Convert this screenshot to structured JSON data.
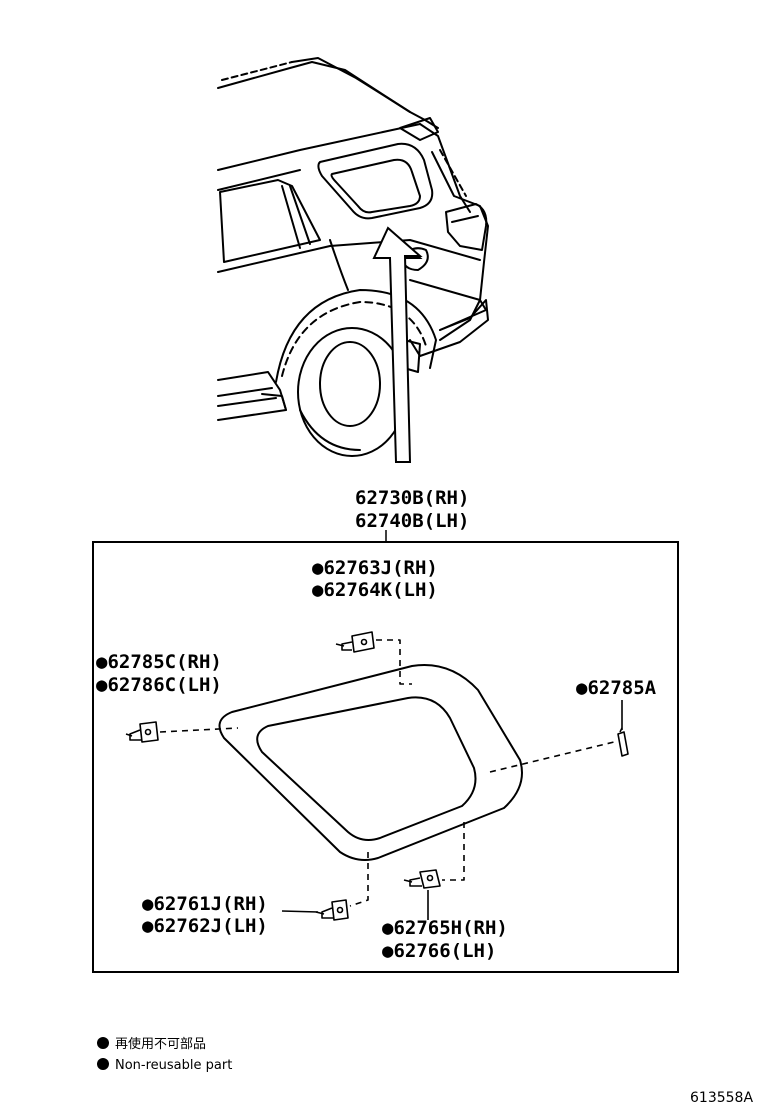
{
  "assembly": {
    "line1": "62730B(RH)",
    "line2": "62740B(LH)"
  },
  "callouts": [
    {
      "id": "upper-clip",
      "line1": "●62763J(RH)",
      "line2": "●62764K(LH)"
    },
    {
      "id": "left-clip",
      "line1": "●62785C(RH)",
      "line2": "●62786C(LH)"
    },
    {
      "id": "right-pin",
      "line1": "●62785A",
      "line2": ""
    },
    {
      "id": "bottom-left-clip",
      "line1": "●62761J(RH)",
      "line2": "●62762J(LH)"
    },
    {
      "id": "bottom-right-clip",
      "line1": "●62765H(RH)",
      "line2": "●62766(LH)"
    }
  ],
  "legend": {
    "line_jp": "再使用不可部品",
    "line_en": "Non-reusable part"
  },
  "reference": "613558A"
}
